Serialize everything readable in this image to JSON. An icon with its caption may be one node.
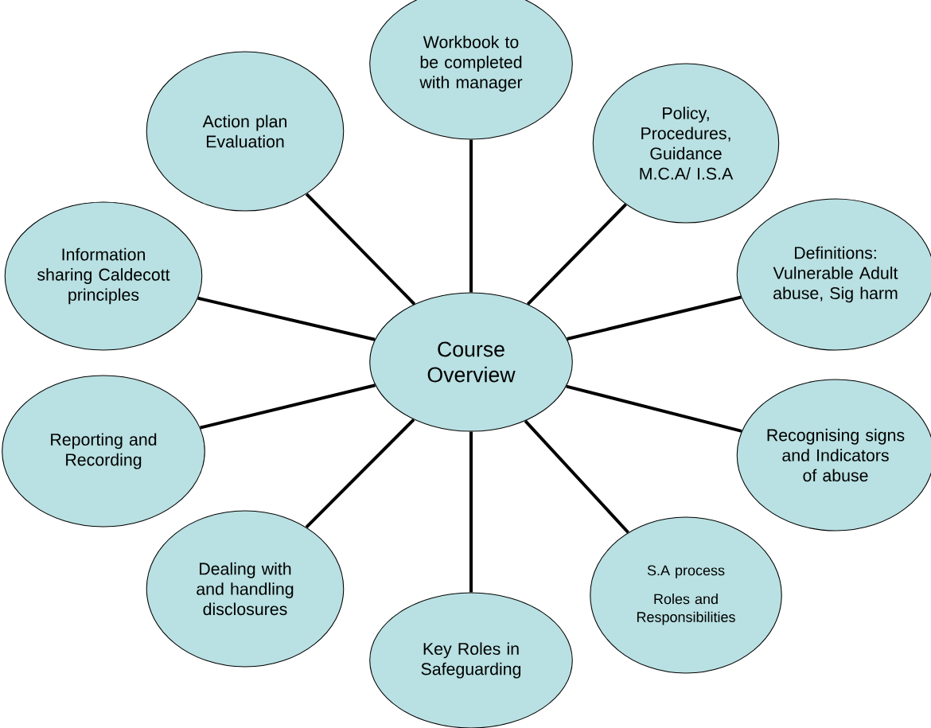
{
  "diagram": {
    "nodes": [
      {
        "text": [
          "Course Overview"
        ]
      },
      {
        "text": [
          "Workbook to be completed with manager"
        ]
      },
      {
        "text": [
          "Policy, Procedures, Guidance M.C.A/ I.S.A"
        ]
      },
      {
        "text": [
          "Definitions: Vulnerable Adult abuse, Sig harm"
        ]
      },
      {
        "text": [
          "Recognising signs and Indicators of abuse"
        ]
      },
      {
        "text": [
          "S.A process",
          "Roles and Responsibilities"
        ]
      },
      {
        "text": [
          "Key Roles in Safeguarding"
        ]
      },
      {
        "text": [
          "Dealing with and handling disclosures"
        ]
      },
      {
        "text": [
          "Reporting and Recording"
        ]
      },
      {
        "text": [
          "Information sharing Caldecott principles"
        ]
      },
      {
        "text": [
          "Action plan Evaluation"
        ]
      }
    ],
    "edges": [
      {
        "from": 0,
        "to": 1,
        "arrow": "none"
      },
      {
        "from": 0,
        "to": 2,
        "arrow": "none"
      },
      {
        "from": 0,
        "to": 3,
        "arrow": "none"
      },
      {
        "from": 0,
        "to": 4,
        "arrow": "none"
      },
      {
        "from": 0,
        "to": 5,
        "arrow": "none"
      },
      {
        "from": 0,
        "to": 6,
        "arrow": "none"
      },
      {
        "from": 0,
        "to": 7,
        "arrow": "none"
      },
      {
        "from": 0,
        "to": 8,
        "arrow": "none"
      },
      {
        "from": 0,
        "to": 9,
        "arrow": "none"
      },
      {
        "from": 0,
        "to": 10,
        "arrow": "none"
      }
    ]
  }
}
